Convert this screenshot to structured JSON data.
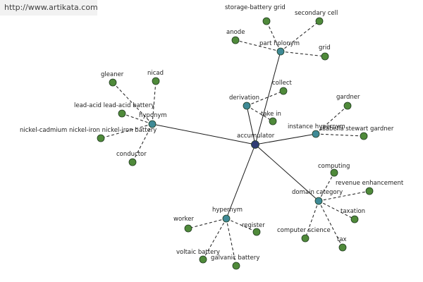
{
  "header": {
    "url": "http://www.artikata.com"
  },
  "colors": {
    "center": "#2f3d74",
    "hub": "#3f8a96",
    "leaf": "#4f8a3a"
  },
  "center": {
    "id": "accumulator",
    "label": "accumulator"
  },
  "hubs": [
    {
      "id": "part-holonym",
      "label": "part holonym",
      "leaves": [
        {
          "id": "storage-battery-grid",
          "label": "storage-battery grid"
        },
        {
          "id": "secondary-cell",
          "label": "secondary cell"
        },
        {
          "id": "anode",
          "label": "anode"
        },
        {
          "id": "grid",
          "label": "grid"
        }
      ]
    },
    {
      "id": "hyponym",
      "label": "hyponym",
      "leaves": [
        {
          "id": "gleaner",
          "label": "gleaner"
        },
        {
          "id": "nicad",
          "label": "nicad"
        },
        {
          "id": "lead-acid",
          "label": "lead-acid lead-acid battery"
        },
        {
          "id": "nickel-iron",
          "label": "nickel-cadmium nickel-iron nickel-iron battery"
        },
        {
          "id": "conductor",
          "label": "conductor"
        }
      ]
    },
    {
      "id": "derivation",
      "label": "derivation",
      "leaves": [
        {
          "id": "collect",
          "label": "collect"
        },
        {
          "id": "take-in",
          "label": "take in"
        }
      ]
    },
    {
      "id": "instance-hypernym",
      "label": "instance hypernym",
      "leaves": [
        {
          "id": "gardner",
          "label": "gardner"
        },
        {
          "id": "isabella-stewart-gardner",
          "label": "isabella stewart gardner"
        }
      ]
    },
    {
      "id": "domain-category",
      "label": "domain category",
      "leaves": [
        {
          "id": "computing",
          "label": "computing"
        },
        {
          "id": "revenue-enhancement",
          "label": "revenue enhancement"
        },
        {
          "id": "taxation",
          "label": "taxation"
        },
        {
          "id": "computer-science",
          "label": "computer science"
        },
        {
          "id": "tax",
          "label": "tax"
        }
      ]
    },
    {
      "id": "hypernym",
      "label": "hypernym",
      "leaves": [
        {
          "id": "worker",
          "label": "worker"
        },
        {
          "id": "register",
          "label": "register"
        },
        {
          "id": "voltaic-battery",
          "label": "voltaic battery"
        },
        {
          "id": "galvanic-battery",
          "label": "galvanic battery"
        }
      ]
    }
  ]
}
